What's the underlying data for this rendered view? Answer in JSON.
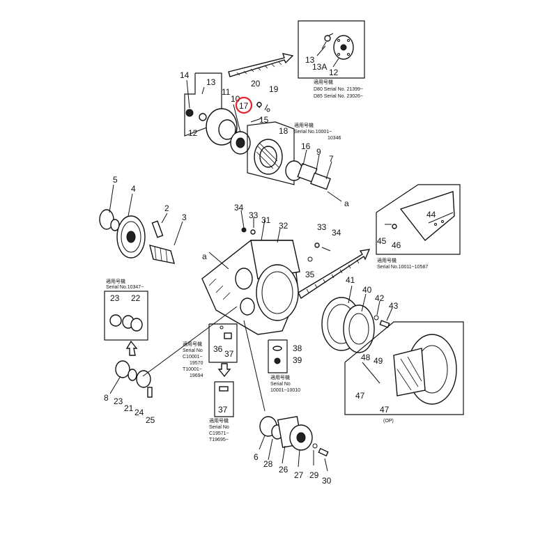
{
  "labels": {
    "l13_inset": "13",
    "l13a_inset": "13A",
    "l12_inset": "12",
    "l14": "14",
    "l13": "13",
    "l11": "11",
    "l12": "12",
    "l10": "10",
    "l17": "17",
    "l20": "20",
    "l19": "19",
    "l15": "15",
    "l18": "18",
    "l16": "16",
    "l9": "9",
    "l7": "7",
    "la_top": "a",
    "l5": "5",
    "l4": "4",
    "l2": "2",
    "l3": "3",
    "la_mid": "a",
    "l34a": "34",
    "l33a": "33",
    "l31": "31",
    "l32": "32",
    "l33b": "33",
    "l34b": "34",
    "l35": "35",
    "l44": "44",
    "l45": "45",
    "l46": "46",
    "l23": "23",
    "l22": "22",
    "l8": "8",
    "l23b": "23",
    "l21": "21",
    "l24": "24",
    "l25": "25",
    "l36": "36",
    "l37": "37",
    "l37b": "37",
    "l38": "38",
    "l39": "39",
    "l41": "41",
    "l40": "40",
    "l42": "42",
    "l43": "43",
    "l48": "48",
    "l49": "49",
    "l47a": "47",
    "l47b": "47",
    "l6": "6",
    "l28": "28",
    "l26": "26",
    "l27": "27",
    "l29": "29",
    "l30": "30"
  },
  "notes": {
    "top_right": [
      "適用号機",
      "D80 Serial No. 21399~",
      "D85 Serial No. 23026~"
    ],
    "serial_18": [
      "適用号機",
      "Serial No.10001~",
      "10346"
    ],
    "right_44": [
      "適用号機",
      "Serial No.10011~10587"
    ],
    "left_23": [
      "適用号機",
      "Serial No.10347~"
    ],
    "mid_36": [
      "適用号機",
      "Serial No",
      "C10001~",
      "19570",
      "T10001~",
      "19694"
    ],
    "mid_37": [
      "適用号機",
      "Serial No",
      "C19571~",
      "T19695~"
    ],
    "mid_38": [
      "適用号機",
      "Serial No",
      "10001~10010"
    ],
    "op": "(OP)"
  },
  "highlight_color": "#e3202a"
}
